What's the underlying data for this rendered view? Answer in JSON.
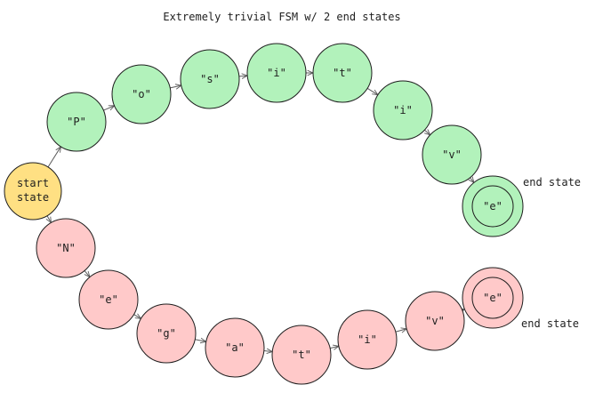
{
  "title": "Extremely trivial FSM w/ 2 end states",
  "colors": {
    "start_fill": "#ffe083",
    "green_fill": "#b2f2bb",
    "red_fill": "#ffc9c9",
    "stroke": "#1e1e1e",
    "arrow": "#5a5a5a"
  },
  "start": {
    "line1": "start",
    "line2": "state"
  },
  "green_path": [
    "\"P\"",
    "\"o\"",
    "\"s\"",
    "\"i\"",
    "\"t\"",
    "\"i\"",
    "\"v\"",
    "\"e\""
  ],
  "red_path": [
    "\"N\"",
    "\"e\"",
    "\"g\"",
    "\"a\"",
    "\"t\"",
    "\"i\"",
    "\"v\"",
    "\"e\""
  ],
  "end_labels": {
    "green": "end state",
    "red": "end state"
  }
}
